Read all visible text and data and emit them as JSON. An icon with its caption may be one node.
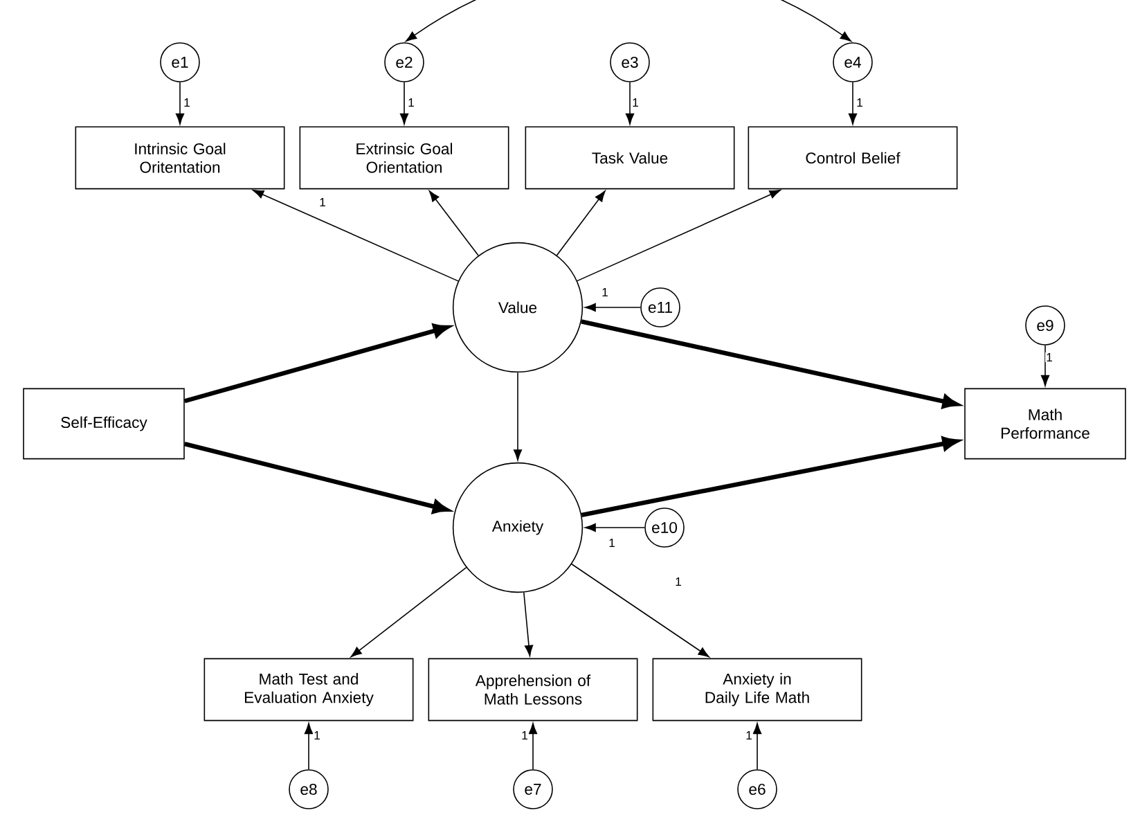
{
  "diagram": {
    "nodes": [
      {
        "text": [
          "e1"
        ]
      },
      {
        "text": [
          "e2"
        ]
      },
      {
        "text": [
          "e3"
        ]
      },
      {
        "text": [
          "e4"
        ]
      },
      {
        "text": [
          "Intrinsic Goal Oritentation"
        ]
      },
      {
        "text": [
          "Extrinsic Goal Orientation"
        ]
      },
      {
        "text": [
          "Task Value"
        ]
      },
      {
        "text": [
          "Control Belief"
        ]
      },
      {
        "text": [
          "Value"
        ]
      },
      {
        "text": [
          "e11"
        ]
      },
      {
        "text": [
          "e9"
        ]
      },
      {
        "text": [
          "Self-Efficacy"
        ]
      },
      {
        "text": [
          "Math Performance"
        ]
      },
      {
        "text": [
          "Anxiety"
        ]
      },
      {
        "text": [
          "e10"
        ]
      },
      {
        "text": [
          "Math Test and Evaluation Anxiety"
        ]
      },
      {
        "text": [
          "Apprehension of Math Lessons"
        ]
      },
      {
        "text": [
          "Anxiety in Daily Life Math"
        ]
      },
      {
        "text": [
          "e8"
        ]
      },
      {
        "text": [
          "e7"
        ]
      },
      {
        "text": [
          "e6"
        ]
      }
    ],
    "edges": [
      {
        "from": 0,
        "to": 4,
        "arrow": "to",
        "label": "1"
      },
      {
        "from": 1,
        "to": 5,
        "arrow": "to",
        "label": "1"
      },
      {
        "from": 2,
        "to": 6,
        "arrow": "to",
        "label": "1"
      },
      {
        "from": 3,
        "to": 7,
        "arrow": "to",
        "label": "1"
      },
      {
        "from": 1,
        "to": 3,
        "arrow": "both"
      },
      {
        "from": 8,
        "to": 4,
        "arrow": "to",
        "label": "1"
      },
      {
        "from": 8,
        "to": 5,
        "arrow": "to"
      },
      {
        "from": 8,
        "to": 6,
        "arrow": "to"
      },
      {
        "from": 8,
        "to": 7,
        "arrow": "to"
      },
      {
        "from": 9,
        "to": 8,
        "arrow": "to",
        "label": "1"
      },
      {
        "from": 10,
        "to": 12,
        "arrow": "to",
        "label": "1"
      },
      {
        "from": 11,
        "to": 8,
        "arrow": "to",
        "style": "thick"
      },
      {
        "from": 11,
        "to": 13,
        "arrow": "to",
        "style": "thick"
      },
      {
        "from": 8,
        "to": 12,
        "arrow": "to",
        "style": "thick"
      },
      {
        "from": 13,
        "to": 12,
        "arrow": "to",
        "style": "thick"
      },
      {
        "from": 8,
        "to": 13,
        "arrow": "to"
      },
      {
        "from": 14,
        "to": 13,
        "arrow": "to",
        "label": "1"
      },
      {
        "from": 13,
        "to": 15,
        "arrow": "to"
      },
      {
        "from": 13,
        "to": 16,
        "arrow": "to"
      },
      {
        "from": 13,
        "to": 17,
        "arrow": "to",
        "label": "1"
      },
      {
        "from": 18,
        "to": 15,
        "arrow": "to",
        "label": "1"
      },
      {
        "from": 19,
        "to": 16,
        "arrow": "to",
        "label": "1"
      },
      {
        "from": 20,
        "to": 17,
        "arrow": "to",
        "label": "1"
      }
    ]
  }
}
